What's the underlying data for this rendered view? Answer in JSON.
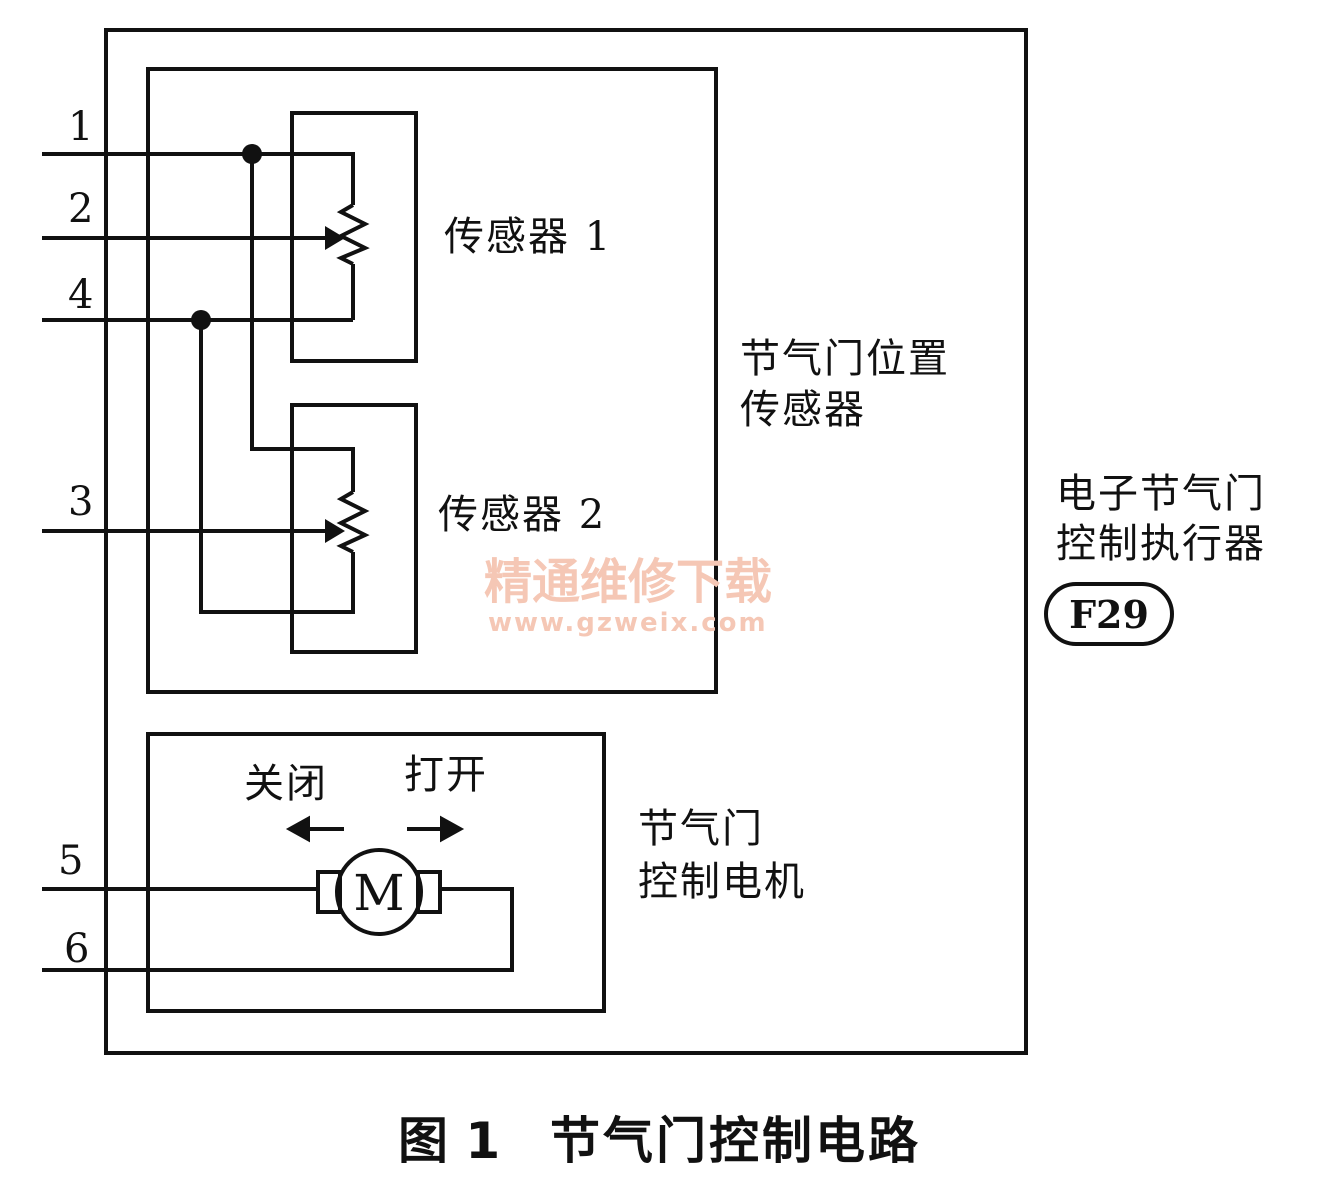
{
  "pins": {
    "p1": "1",
    "p2": "2",
    "p3": "3",
    "p4": "4",
    "p5": "5",
    "p6": "6"
  },
  "labels": {
    "sensor1": "传感器 1",
    "sensor2": "传感器 2",
    "tps_line1": "节气门位置",
    "tps_line2": "传感器",
    "actuator_line1": "电子节气门",
    "actuator_line2": "控制执行器",
    "connector_id": "F29",
    "close": "关闭",
    "open": "打开",
    "motor_line1": "节气门",
    "motor_line2": "控制电机",
    "motor_symbol": "M"
  },
  "watermark": {
    "cn": "精通维修下载",
    "url": "www.gzweix.com"
  },
  "caption": {
    "figure_no": "图 1",
    "title": "节气门控制电路"
  },
  "colors": {
    "line": "#111111",
    "watermark": "#f5c7b5"
  }
}
